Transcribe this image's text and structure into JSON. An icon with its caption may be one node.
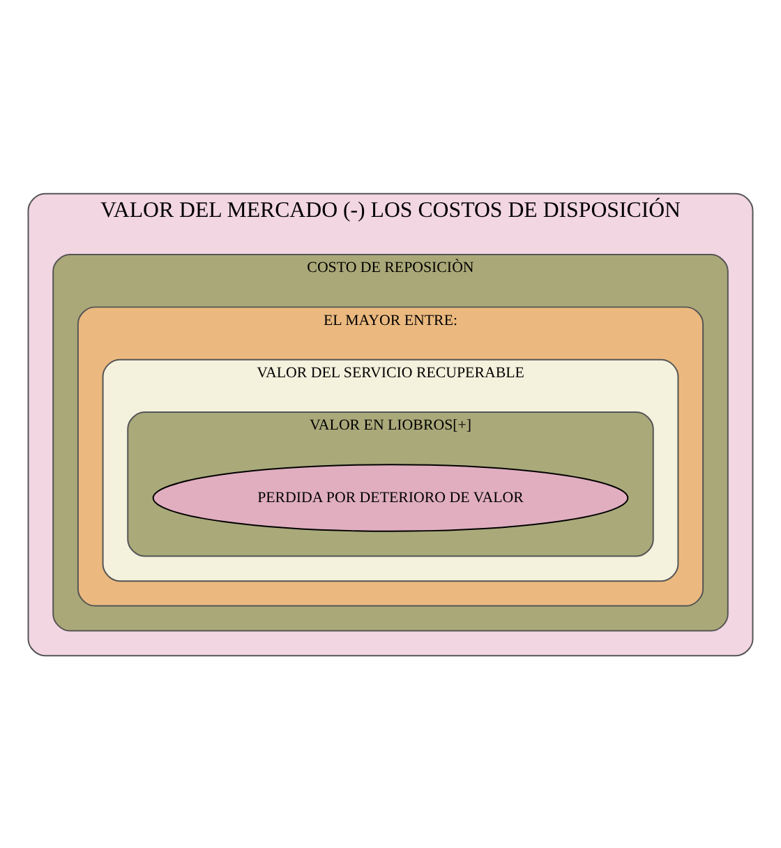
{
  "diagram": {
    "nodes": [
      {
        "text": [
          "VALOR DEL MERCADO (-) LOS COSTOS DE DISPOSICIÓN"
        ]
      },
      {
        "text": [
          "COSTO DE REPOSICIÒN"
        ],
        "in": 0
      },
      {
        "text": [
          "EL MAYOR ENTRE:"
        ],
        "in": 1
      },
      {
        "text": [
          "VALOR DEL SERVICIO RECUPERABLE"
        ],
        "in": 2
      },
      {
        "text": [
          "VALOR EN LIOBROS[+]"
        ],
        "in": 3
      },
      {
        "text": [
          "PERDIDA POR DETERIORO DE VALOR"
        ],
        "in": 4
      }
    ]
  }
}
